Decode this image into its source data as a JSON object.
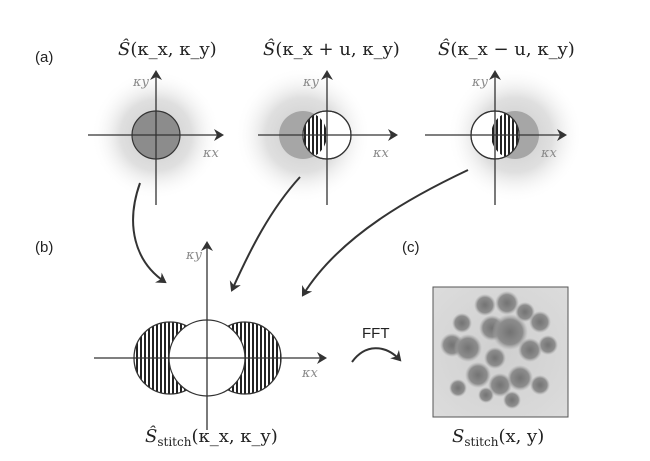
{
  "panel_labels": {
    "a": "(a)",
    "b": "(b)",
    "c": "(c)"
  },
  "panel_a": [
    {
      "title": {
        "hat": "Ŝ",
        "args": "(κ_x, κ_y)"
      },
      "x_axis_label": "κx",
      "y_axis_label": "κy"
    },
    {
      "title": {
        "hat": "Ŝ",
        "args": "(κ_x + u, κ_y)"
      },
      "x_axis_label": "κx",
      "y_axis_label": "κy"
    },
    {
      "title": {
        "hat": "Ŝ",
        "args": "(κ_x − u, κ_y)"
      },
      "x_axis_label": "κx",
      "y_axis_label": "κy"
    }
  ],
  "panel_b": {
    "x_axis_label": "κx",
    "y_axis_label": "κy",
    "caption": {
      "main": "Ŝ",
      "sub": "stitch",
      "args": "(κ_x, κ_y)"
    }
  },
  "fft": {
    "label": "FFT"
  },
  "panel_c": {
    "caption": {
      "main": "S",
      "sub": "stitch",
      "args": "(x, y)"
    }
  },
  "colors": {
    "halo": "#d9d9d9",
    "pupil": "#8c8c8c",
    "shifted_pupil": "#a6a6a6",
    "hatch": "#222222",
    "axis": "#333333",
    "image_background": "#d6d6d6",
    "image_blob": "#7f7f7f"
  }
}
